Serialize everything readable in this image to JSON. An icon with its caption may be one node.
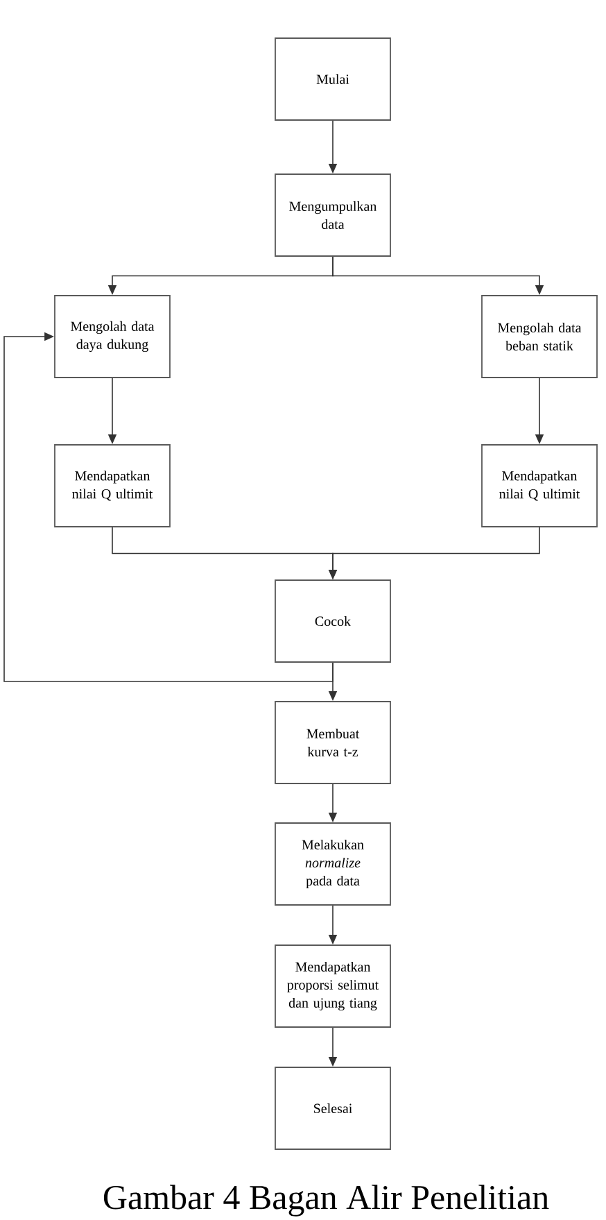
{
  "diagram": {
    "caption": "Gambar 4 Bagan Alir Penelitian",
    "nodes": [
      {
        "text": [
          "Mulai"
        ]
      },
      {
        "text": [
          "Mengumpulkan data"
        ]
      },
      {
        "text": [
          "Mengolah data daya dukung"
        ]
      },
      {
        "text": [
          "Mengolah data beban statik"
        ]
      },
      {
        "text": [
          "Mendapatkan nilai Q ultimit"
        ]
      },
      {
        "text": [
          "Mendapatkan nilai Q ultimit"
        ]
      },
      {
        "text": [
          "Cocok"
        ]
      },
      {
        "text": [
          "Membuat kurva t-z"
        ]
      },
      {
        "text": [
          "Melakukan *normalize* pada data"
        ]
      },
      {
        "text": [
          "Mendapatkan proporsi selimut dan ujung tiang"
        ]
      },
      {
        "text": [
          "Selesai"
        ]
      }
    ],
    "edges": [
      {
        "from": 0,
        "to": 1,
        "arrow": "to"
      },
      {
        "from": 1,
        "to": 2,
        "arrow": "to"
      },
      {
        "from": 1,
        "to": 3,
        "arrow": "to"
      },
      {
        "from": 2,
        "to": 4,
        "arrow": "to"
      },
      {
        "from": 3,
        "to": 5,
        "arrow": "to"
      },
      {
        "from": 4,
        "to": 6,
        "arrow": "to"
      },
      {
        "from": 5,
        "to": 6,
        "arrow": "to"
      },
      {
        "from": 6,
        "to": 7,
        "arrow": "to"
      },
      {
        "from": 6,
        "to": 2,
        "arrow": "to"
      },
      {
        "from": 7,
        "to": 8,
        "arrow": "to"
      },
      {
        "from": 8,
        "to": 9,
        "arrow": "to"
      },
      {
        "from": 9,
        "to": 10,
        "arrow": "to"
      }
    ]
  }
}
